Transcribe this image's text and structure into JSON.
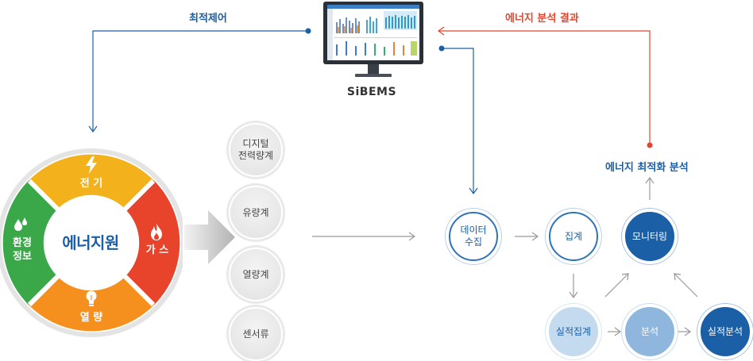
{
  "top_labels": {
    "optimal_control": "최적제어",
    "analysis_result": "에너지 분석 결과",
    "system": "SiBEMS"
  },
  "energy_ring": {
    "center": "에너지원",
    "segments": [
      {
        "label": "전 기",
        "icon": "lightning-icon",
        "color": "#f3b21c"
      },
      {
        "label": "가 스",
        "icon": "flame-icon",
        "color": "#e8432b"
      },
      {
        "label": "열 량",
        "icon": "lightbulb-icon",
        "color": "#f5901f"
      },
      {
        "label": "환경\n정보",
        "icon": "water-drop-icon",
        "color": "#3aa748"
      }
    ]
  },
  "meters": [
    "디지털\n전력량계",
    "유량계",
    "열량계",
    "센서류"
  ],
  "process": {
    "collect": "데이터\n수집",
    "aggregate": "집계",
    "monitoring": "모니터링",
    "actual_aggregate": "실적집계",
    "analysis": "분석",
    "actual_analysis": "실적분석",
    "optimize": "에너지 최적화 분석"
  },
  "colors": {
    "blue": "#1b5fa6",
    "red": "#e2472e"
  }
}
